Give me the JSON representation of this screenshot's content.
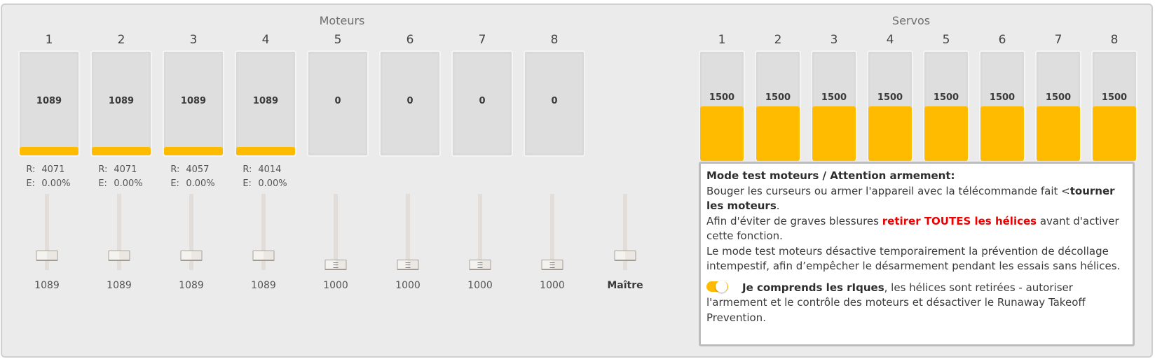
{
  "motors": {
    "title": "Moteurs",
    "columns": [
      {
        "num": "1",
        "value": "1089",
        "fill_pct": 8,
        "rpm_label": "R:",
        "rpm": "4071",
        "err_label": "E:",
        "err": "0.00%",
        "slider": "1089",
        "slider_pos": 0.82
      },
      {
        "num": "2",
        "value": "1089",
        "fill_pct": 8,
        "rpm_label": "R:",
        "rpm": "4071",
        "err_label": "E:",
        "err": "0.00%",
        "slider": "1089",
        "slider_pos": 0.82
      },
      {
        "num": "3",
        "value": "1089",
        "fill_pct": 8,
        "rpm_label": "R:",
        "rpm": "4057",
        "err_label": "E:",
        "err": "0.00%",
        "slider": "1089",
        "slider_pos": 0.82
      },
      {
        "num": "4",
        "value": "1089",
        "fill_pct": 8,
        "rpm_label": "R:",
        "rpm": "4014",
        "err_label": "E:",
        "err": "0.00%",
        "slider": "1089",
        "slider_pos": 0.82
      },
      {
        "num": "5",
        "value": "0",
        "fill_pct": 0,
        "slider": "1000",
        "slider_pos": 0.94
      },
      {
        "num": "6",
        "value": "0",
        "fill_pct": 0,
        "slider": "1000",
        "slider_pos": 0.94
      },
      {
        "num": "7",
        "value": "0",
        "fill_pct": 0,
        "slider": "1000",
        "slider_pos": 0.94
      },
      {
        "num": "8",
        "value": "0",
        "fill_pct": 0,
        "slider": "1000",
        "slider_pos": 0.94
      }
    ],
    "master": {
      "label": "Maître",
      "slider_pos": 0.82
    }
  },
  "servos": {
    "title": "Servos",
    "columns": [
      {
        "num": "1",
        "value": "1500",
        "fill_pct": 50
      },
      {
        "num": "2",
        "value": "1500",
        "fill_pct": 50
      },
      {
        "num": "3",
        "value": "1500",
        "fill_pct": 50
      },
      {
        "num": "4",
        "value": "1500",
        "fill_pct": 50
      },
      {
        "num": "5",
        "value": "1500",
        "fill_pct": 50
      },
      {
        "num": "6",
        "value": "1500",
        "fill_pct": 50
      },
      {
        "num": "7",
        "value": "1500",
        "fill_pct": 50
      },
      {
        "num": "8",
        "value": "1500",
        "fill_pct": 50
      }
    ]
  },
  "warning": {
    "heading": "Mode test moteurs / Attention armement:",
    "p1_a": "Bouger les curseurs ou armer l'appareil avec la télécommande fait <",
    "p1_b": "tourner les moteurs",
    "p1_c": ".",
    "p2_a": "Afin d'éviter de graves blessures ",
    "p2_b": "retirer TOUTES les hélices",
    "p2_c": " avant d'activer cette fonction.",
    "p3": "Le mode test moteurs désactive temporairement la prévention de décollage intempestif, afin d’empêcher le désarmement pendant les essais sans hélices.",
    "ack_bold": "Je comprends les rIques",
    "ack_rest": ", les hélices sont retirées - autoriser l'armement et le contrôle des moteurs et désactiver le Runaway Takeoff Prevention.",
    "toggle_on": true
  },
  "colors": {
    "accent": "#ffbb00",
    "danger": "#ee0000",
    "panel_bg": "#ebebeb",
    "meter_bg": "#dedede"
  }
}
